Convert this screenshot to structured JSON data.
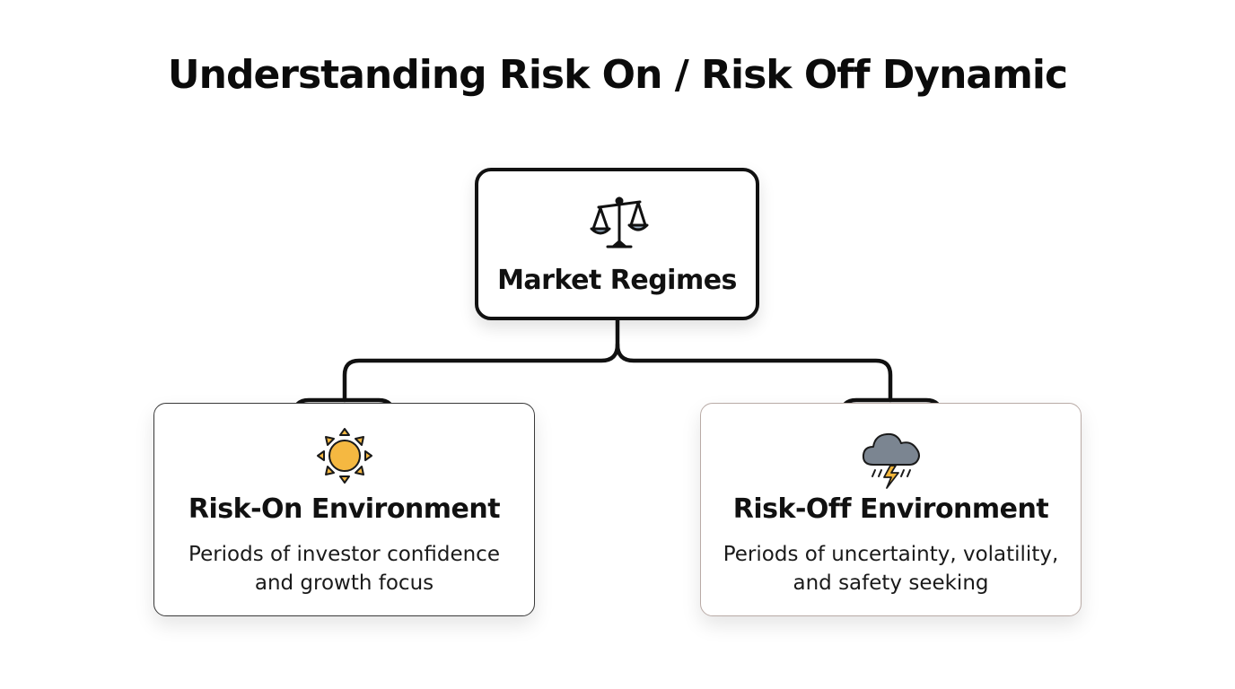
{
  "title": "Understanding Risk On / Risk Off Dynamic",
  "root": {
    "label": "Market Regimes",
    "icon": "balance-scale-icon"
  },
  "branches": [
    {
      "title": "Risk-On Environment",
      "description": "Periods of investor confidence and growth focus",
      "icon": "sun-icon",
      "accent_color": "#f4b63f"
    },
    {
      "title": "Risk-Off Environment",
      "description": "Periods of uncertainty, volatility, and safety seeking",
      "icon": "storm-cloud-icon",
      "accent_color": "#7d8691"
    }
  ],
  "colors": {
    "line": "#111111",
    "background": "#ffffff",
    "sun": "#f5b841",
    "cloud": "#7b8591",
    "lightning": "#f1b53a"
  }
}
